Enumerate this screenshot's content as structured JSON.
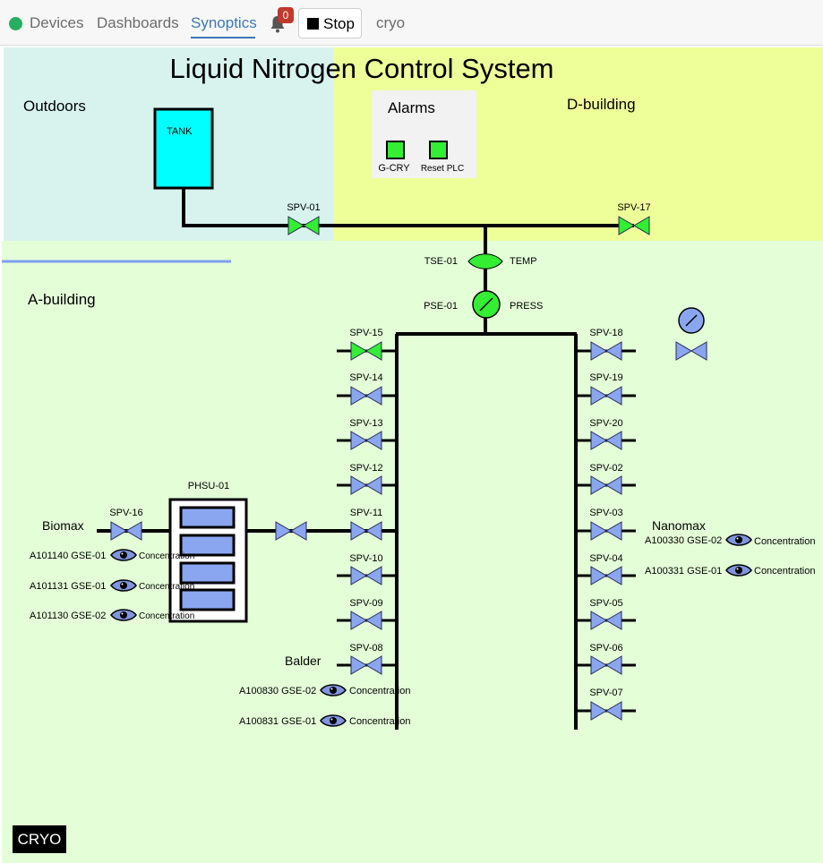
{
  "header": {
    "nav": [
      {
        "label": "Devices"
      },
      {
        "label": "Dashboards"
      },
      {
        "label": "Synoptics"
      }
    ],
    "notifications": "0",
    "stop_label": "Stop",
    "user": "cryo"
  },
  "diagram": {
    "title": "Liquid Nitrogen Control System",
    "zones": {
      "outdoors": "Outdoors",
      "d_building": "D-building",
      "a_building": "A-building"
    },
    "tank": "TANK",
    "alarms": {
      "title": "Alarms",
      "g_cry": "G-CRY",
      "reset": "Reset PLC"
    },
    "sensors": {
      "tse": "TSE-01",
      "temp": "TEMP",
      "pse": "PSE-01",
      "press": "PRESS"
    },
    "valves": {
      "spv01": "SPV-01",
      "spv17": "SPV-17",
      "spv16": "SPV-16"
    },
    "left_valves": [
      "SPV-15",
      "SPV-14",
      "SPV-13",
      "SPV-12",
      "SPV-11",
      "SPV-10",
      "SPV-09",
      "SPV-08"
    ],
    "right_valves": [
      "SPV-18",
      "SPV-19",
      "SPV-20",
      "SPV-02",
      "SPV-03",
      "SPV-04",
      "SPV-05",
      "SPV-06",
      "SPV-07"
    ],
    "phsu": "PHSU-01",
    "lines": {
      "biomax": "Biomax",
      "nanomax": "Nanomax",
      "balder": "Balder"
    },
    "concentration": "Concentration",
    "gas_sensors": {
      "biomax": [
        "A101140 GSE-01",
        "A101131 GSE-01",
        "A101130 GSE-02"
      ],
      "nanomax": [
        "A100330 GSE-02",
        "A100331 GSE-01"
      ],
      "balder": [
        "A100830 GSE-02",
        "A100831 GSE-01"
      ]
    },
    "colors": {
      "valve_open": "#33ee33",
      "valve_closed": "#8aa6f0",
      "tank": "#00ffff",
      "outdoors_bg": "#d8f3ee",
      "d_building_bg": "#eeff99",
      "a_building_bg": "#e4ffd8"
    }
  },
  "footer_tag": "CRYO"
}
